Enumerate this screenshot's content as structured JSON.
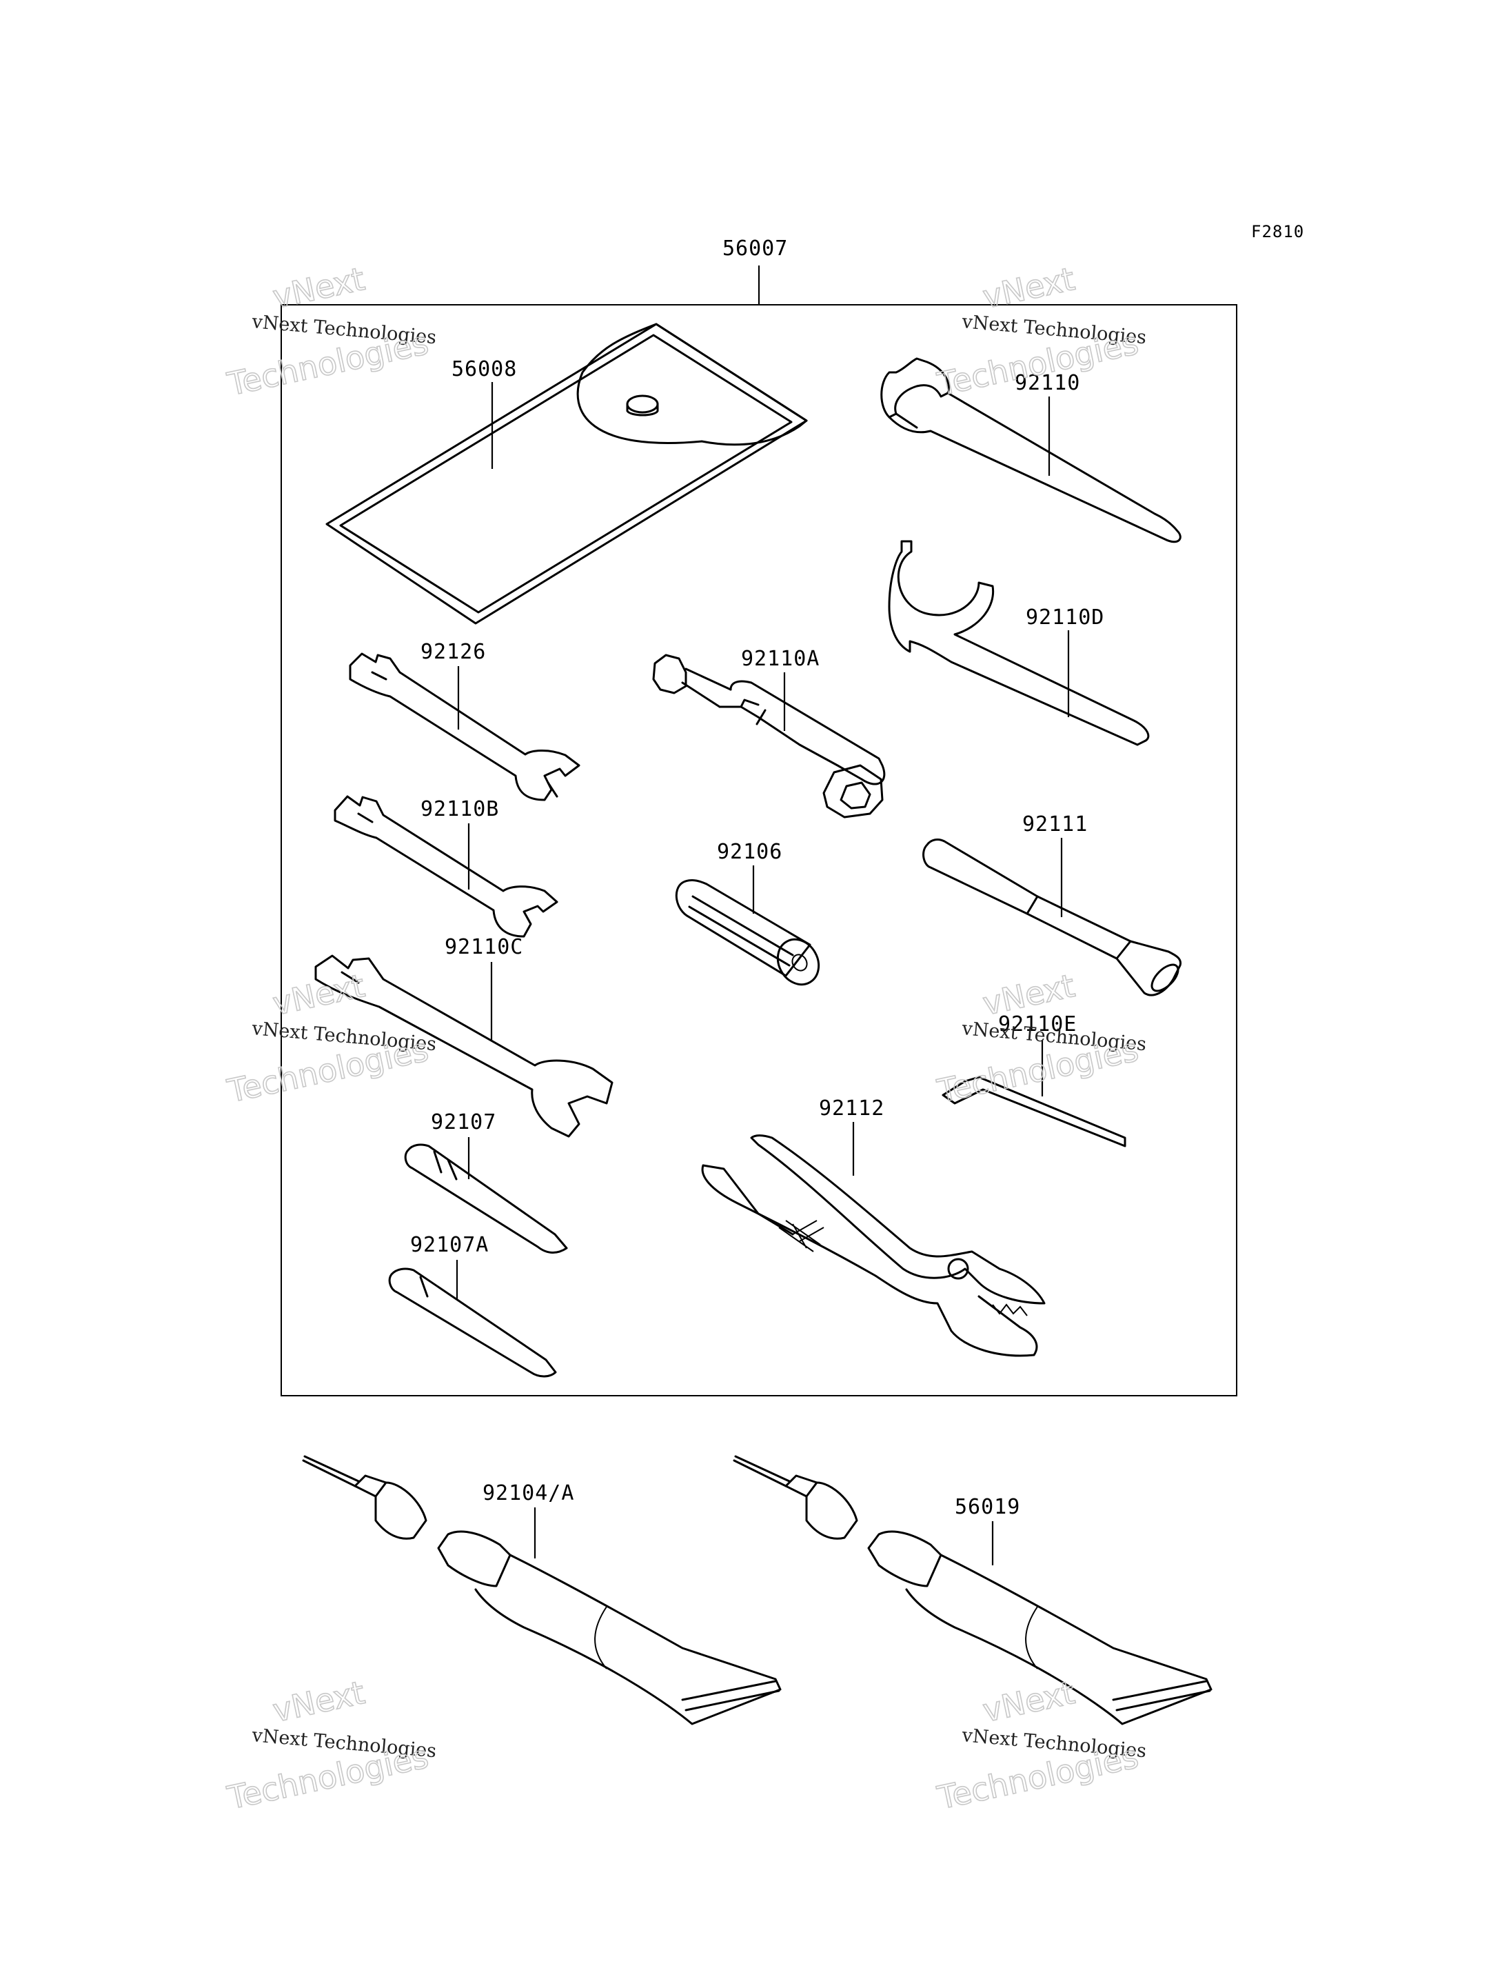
{
  "figure_code": "F2810",
  "kit": {
    "part_number": "56007"
  },
  "callouts": {
    "pouch": "56008",
    "spanner": "92110",
    "hook_spanner": "92110D",
    "wrench_a": "92126",
    "socket": "92110A",
    "wrench_b": "92110B",
    "handle": "92106",
    "extension": "92111",
    "wrench_c": "92110C",
    "hex_key": "92110E",
    "screwdriver": "92107",
    "pliers": "92112",
    "screwdriver_small": "92107A",
    "grease_tube_a": "92104/A",
    "grease_tube_b": "56019"
  },
  "watermarks": [
    {
      "brand": "vNext",
      "line": "vNext Technologies",
      "big": "Technologies"
    },
    {
      "brand": "vNext",
      "line": "vNext Technologies",
      "big": "Technologies"
    },
    {
      "brand": "vNext",
      "line": "vNext Technologies",
      "big": "Technologies"
    },
    {
      "brand": "vNext",
      "line": "vNext Technologies",
      "big": "Technologies"
    },
    {
      "brand": "vNext",
      "line": "vNext Technologies",
      "big": "Technologies"
    },
    {
      "brand": "vNext",
      "line": "vNext Technologies",
      "big": "Technologies"
    }
  ]
}
